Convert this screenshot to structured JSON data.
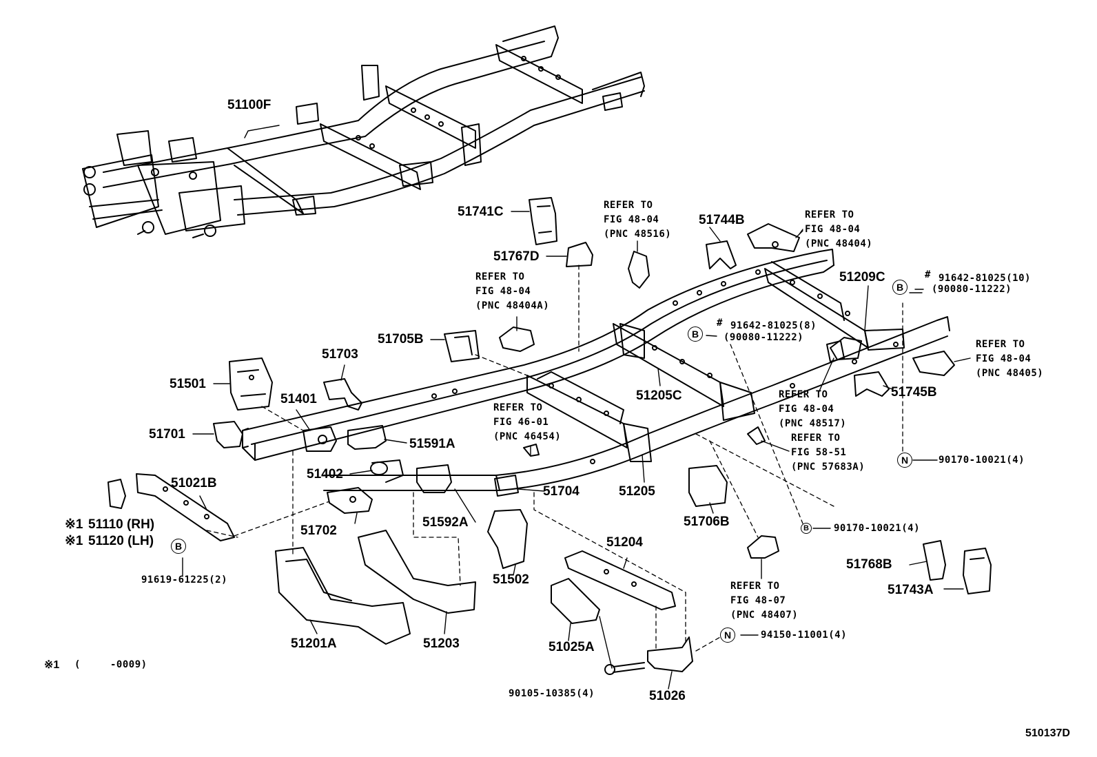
{
  "diagram_code": "510137D",
  "footnote": {
    "marker": "※1",
    "paren_open": "(",
    "range": "-0009)"
  },
  "part_numbers": {
    "frame": "51100F",
    "p51741C": "51741C",
    "p51767D": "51767D",
    "p51744B": "51744B",
    "p51209C": "51209C",
    "p51705B": "51705B",
    "p51703": "51703",
    "p51501": "51501",
    "p51401": "51401",
    "p51701": "51701",
    "p51591A": "51591A",
    "p51205C": "51205C",
    "p51745B": "51745B",
    "p51402": "51402",
    "p51704": "51704",
    "p51205": "51205",
    "p51021B": "51021B",
    "p51110": "51110 (RH)",
    "p51120": "51120 (LH)",
    "p51702": "51702",
    "p51592A": "51592A",
    "p51706B": "51706B",
    "p51204": "51204",
    "p51502": "51502",
    "p51768B": "51768B",
    "p51743A": "51743A",
    "p51201A": "51201A",
    "p51203": "51203",
    "p51025A": "51025A",
    "p51026": "51026"
  },
  "star_marks": {
    "rh": "※1",
    "lh": "※1"
  },
  "fasteners": {
    "f91642_10": "91642-81025(10)",
    "f90080_a": "(90080-11222)",
    "f91642_8": "91642-81025(8)",
    "f90080_b": "(90080-11222)",
    "f90170_a": "90170-10021(4)",
    "f90170_b": "90170-10021(4)",
    "f91619": "91619-61225(2)",
    "f94150": "94150-11001(4)",
    "f90105": "90105-10385(4)",
    "hash_a": "#",
    "hash_b": "#"
  },
  "circle_marks": {
    "b": "B",
    "n": "N"
  },
  "refs": {
    "r48516": [
      "REFER TO",
      "FIG 48-04",
      "(PNC 48516)"
    ],
    "r48404": [
      "REFER TO",
      "FIG 48-04",
      "(PNC 48404)"
    ],
    "r48404A": [
      "REFER TO",
      "FIG 48-04",
      "(PNC 48404A)"
    ],
    "r48405": [
      "REFER TO",
      "FIG 48-04",
      "(PNC 48405)"
    ],
    "r48517": [
      "REFER TO",
      "FIG 48-04",
      "(PNC 48517)"
    ],
    "r57683A": [
      "REFER TO",
      "FIG 58-51",
      "(PNC 57683A)"
    ],
    "r46454": [
      "REFER TO",
      "FIG 46-01",
      "(PNC 46454)"
    ],
    "r48407": [
      "REFER TO",
      "FIG 48-07",
      "(PNC 48407)"
    ]
  }
}
